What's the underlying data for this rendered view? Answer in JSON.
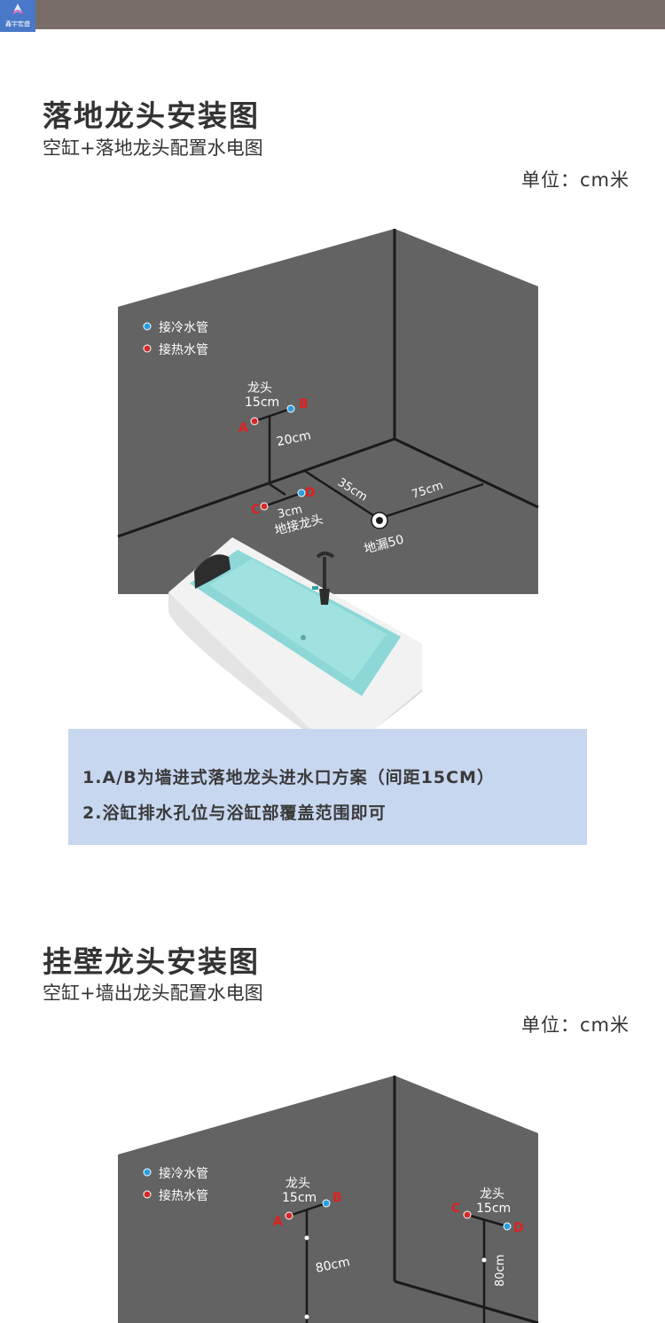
{
  "header": {
    "logo_text": "鑫宇宏盛"
  },
  "section1": {
    "title": "落地龙头安装图",
    "subtitle": "空缸+落地龙头配置水电图",
    "unit": "单位：cm米",
    "legend": {
      "cold": "接冷水管",
      "hot": "接热水管"
    },
    "faucet_label": "龙头",
    "spacing_label": "15cm",
    "height_label": "20cm",
    "point_a": "A",
    "point_b": "B",
    "point_c": "C",
    "point_d": "D",
    "floor_spacing": "3cm",
    "floor_faucet": "地接龙头",
    "drain_dist_wall": "35cm",
    "drain_dist_side": "75cm",
    "drain_label": "地漏50",
    "notes": [
      "1.A/B为墙进式落地龙头进水口方案（间距15CM）",
      "2.浴缸排水孔位与浴缸部覆盖范围即可"
    ]
  },
  "section2": {
    "title": "挂壁龙头安装图",
    "subtitle": "空缸+墙出龙头配置水电图",
    "unit": "单位：cm米",
    "legend": {
      "cold": "接冷水管",
      "hot": "接热水管"
    },
    "left_faucet_label": "龙头",
    "left_spacing": "15cm",
    "left_height": "80cm",
    "right_faucet_label": "龙头",
    "right_spacing": "15cm",
    "right_height": "80cm",
    "point_a": "A",
    "point_b": "B",
    "point_c": "C",
    "point_d": "D"
  },
  "colors": {
    "wall": "#636363",
    "cold": "#2a9de0",
    "hot": "#d42a2a",
    "note_bg": "#c7d7ef",
    "topbar": "#786d69"
  }
}
